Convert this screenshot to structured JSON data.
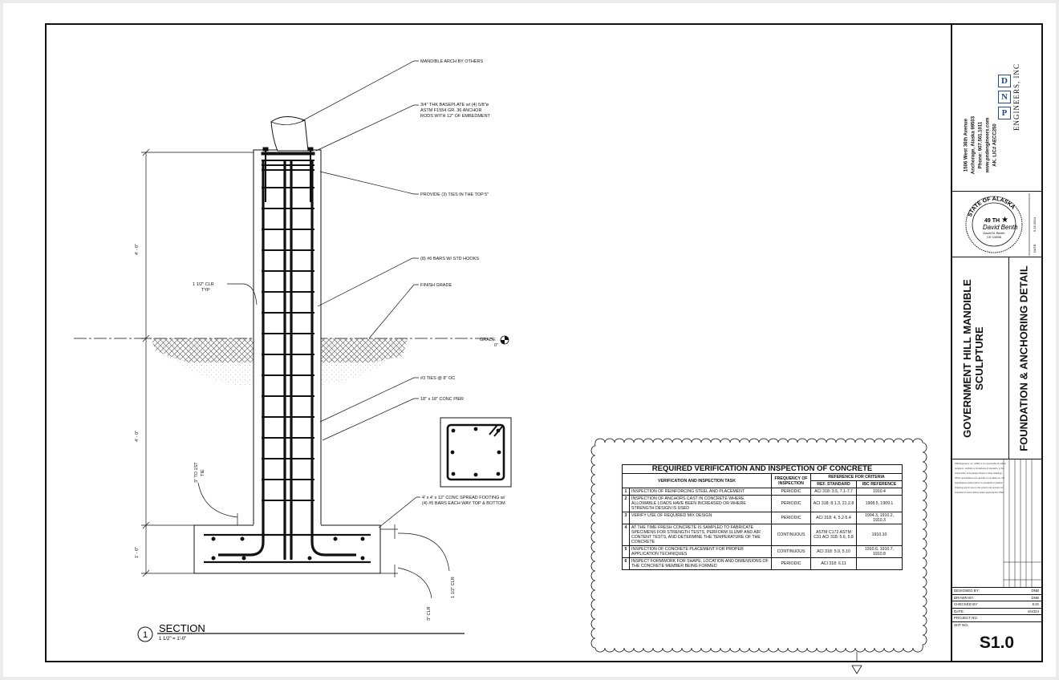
{
  "notes": {
    "arch": "MANDIBLE ARCH BY OTHERS",
    "baseplate": [
      "3/4\" THK BASEPLATE w/ (4) 5/8\"ø",
      "ASTM F1554 GR. 36 ANCHOR",
      "RODS WITH 12\" OF EMBEDMENT"
    ],
    "ties_top": "PROVIDE (3) TIES IN THE TOP 5\"",
    "bars": "(8) #6 BARS W/ STD HOOKS",
    "finish_grade": "FINISH GRADE",
    "clr_typ": [
      "1 1/2\" CLR",
      "TYP"
    ],
    "grade": "GRADE",
    "grade_elev": "0\"",
    "ties_oc": "#3 TIES @ 8\" OC",
    "pier": "18\" x 18\" CONC PIER",
    "footing": [
      "4' x 4' x 12\" CONC SPREAD FOOTING w/",
      "(4) #5 BARS EACH WAY TOP & BOTTOM"
    ],
    "first_tie": [
      "3\" TO 1ST",
      "TIE"
    ],
    "clr_side": "1 1/2\" CLR",
    "clr_bottom": "3\" CLR"
  },
  "dimensions": {
    "upper": "4' - 0\"",
    "middle": "4' - 0\"",
    "footing": "1' - 0\""
  },
  "section": {
    "number": "1",
    "title": "SECTION",
    "scale": "1 1/2\" = 1'-0\""
  },
  "table": {
    "title": "REQUIRED VERIFICATION AND INSPECTION OF CONCRETE",
    "h_task": "VERIFICATION AND INSPECTION TASK",
    "h_freq": "FREQUENCY OF INSPECTION",
    "h_ref": "REFERENCE FOR CRITERIA",
    "h_std": "REF. STANDARD",
    "h_ibc": "IBC REFERENCE",
    "rows": [
      {
        "n": "1",
        "task": "INSPECTION OF REINFORCING STEEL AND PLACEMENT",
        "freq": "PERIODIC",
        "std": "ACI 318: 3.5, 7.1-7.7",
        "ibc": "1910.4"
      },
      {
        "n": "2",
        "task": "INSPECTION OF ANCHORS CAST IN CONCRETE WHERE ALLOWABLE LOADS HAVE BEEN INCREASED OR WHERE STRENGTH DESIGN IS USED",
        "freq": "PERIODIC",
        "std": "ACI 318: 8.1.3, 21.2.8",
        "ibc": "1908.5, 1909.1"
      },
      {
        "n": "3",
        "task": "VERIFY USE OF REQUIRED MIX DESIGN",
        "freq": "PERIODIC",
        "std": "ACI 318: 4, 5.2-5.4",
        "ibc": "1904.3, 1910.2, 1910.3"
      },
      {
        "n": "4",
        "task": "AT THE TIME FRESH CONCRETE IS SAMPLED TO FABRICATE SPECIMENS FOR STRENGTH TESTS, PERFORM SLUMP AND AIR CONTENT TESTS, AND DETERMINE THE TEMPERATURE OF THE CONCRETE",
        "freq": "CONTINUOUS",
        "std": "ASTM C172 ASTM C31 ACI 318: 5.6, 5.8",
        "ibc": "1910.10"
      },
      {
        "n": "5",
        "task": "INSPECTION OF CONCRETE PLACEMENT FOR PROPER APPLICATION TECHNIQUES",
        "freq": "CONTINUOUS",
        "std": "ACI 318: 5.9, 5.10",
        "ibc": "1910.6, 1910.7, 1910.8"
      },
      {
        "n": "6",
        "task": "INSPECT FORMWORK FOR SHAPE, LOCATION AND DIMENSIONS OF THE CONCRETE MEMBER BEING FORMED",
        "freq": "PERIODIC",
        "std": "ACI 318: 6.11",
        "ibc": ""
      }
    ]
  },
  "titleblock": {
    "logo_letters": [
      "P",
      "N",
      "D"
    ],
    "company": "ENGINEERS, INC",
    "address": [
      "1506 West 36th Avenue",
      "Anchorage, Alaska 99503",
      "Phone: 907.561.1011",
      "www.pndengineers.com",
      "AK. LIC# AECC250"
    ],
    "seal": {
      "state": "STATE OF ALASKA",
      "number": "49 TH",
      "name": "David N. Benth",
      "license": "CE 13498",
      "signature": "David Benth"
    },
    "seal_date": "5.16.2024",
    "date_label": "DATE:",
    "project_title": [
      "GOVERNMENT HILL MANDIBLE",
      "SCULPTURE"
    ],
    "drawing_title": "FOUNDATION & ANCHORING DETAIL",
    "designed_by": {
      "label": "DESIGNED BY:",
      "value": "DNB"
    },
    "drawn_by": {
      "label": "DRAWN BY:",
      "value": "DNB"
    },
    "checked_by": {
      "label": "CHECKED BY:",
      "value": "EJS"
    },
    "date": {
      "label": "DATE:",
      "value": "8/1024"
    },
    "project_no": {
      "label": "PROJECT NO.",
      "value": ""
    },
    "sheet_no": {
      "label": "SHT NO.",
      "value": "S1.0"
    }
  }
}
